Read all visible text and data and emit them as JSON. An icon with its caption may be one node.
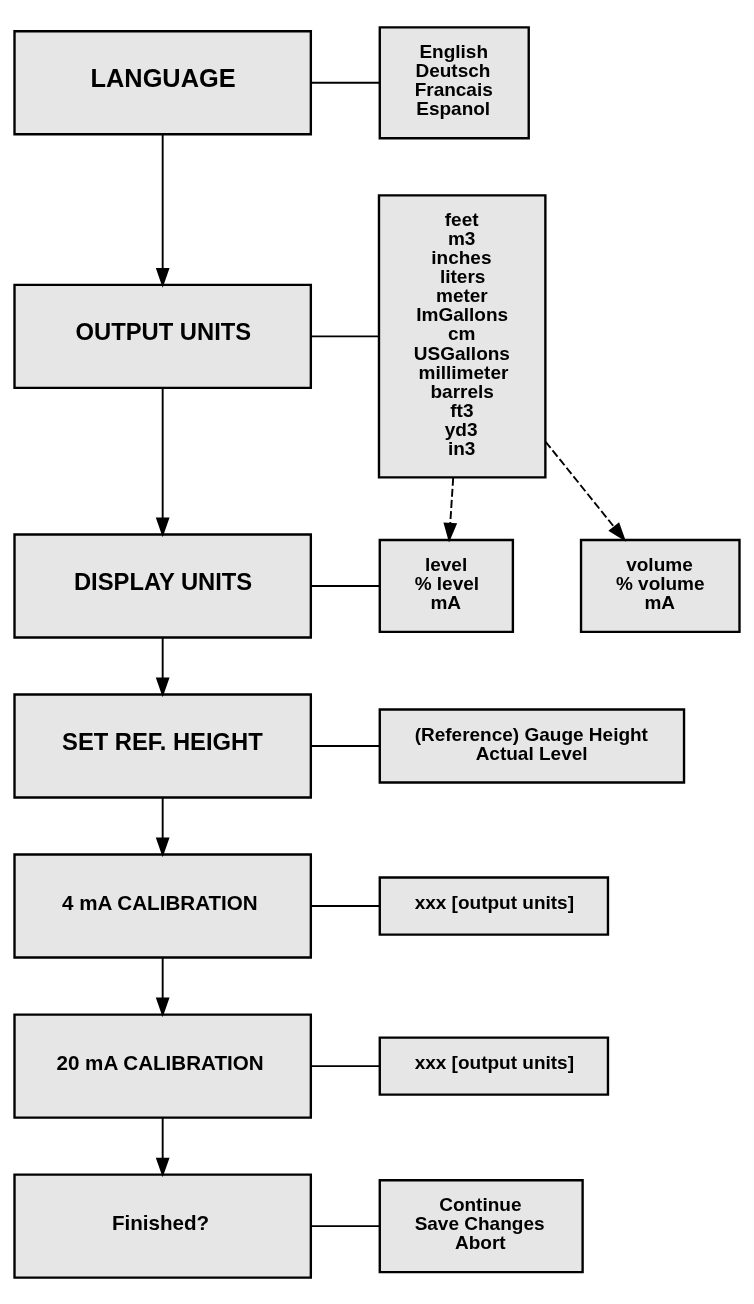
{
  "diagram": {
    "nodes": [
      {
        "text": [
          "LANGUAGE"
        ]
      },
      {
        "text": [
          "English",
          "Deutsch",
          "Francais",
          "Espanol"
        ]
      },
      {
        "text": [
          "OUTPUT UNITS"
        ]
      },
      {
        "text": [
          "feet",
          "m3",
          "inches",
          "liters",
          "meter",
          "ImGallons",
          "cm",
          "USGallons",
          "millimeter",
          "barrels",
          "ft3",
          "yd3",
          "in3"
        ]
      },
      {
        "text": [
          "DISPLAY UNITS"
        ]
      },
      {
        "text": [
          "level",
          "% level",
          "mA"
        ]
      },
      {
        "text": [
          "volume",
          "% volume",
          "mA"
        ]
      },
      {
        "text": [
          "SET REF. HEIGHT"
        ]
      },
      {
        "text": [
          "(Reference) Gauge Height",
          "Actual Level"
        ]
      },
      {
        "text": [
          "4 mA CALIBRATION"
        ]
      },
      {
        "text": [
          "xxx [output units]"
        ]
      },
      {
        "text": [
          "20 mA CALIBRATION"
        ]
      },
      {
        "text": [
          "xxx [output units]"
        ]
      },
      {
        "text": [
          "Finished?"
        ]
      },
      {
        "text": [
          "Continue",
          "Save Changes",
          "Abort"
        ]
      }
    ],
    "edges": [
      {
        "from": 0,
        "to": 1,
        "arrow": "none"
      },
      {
        "from": 0,
        "to": 2,
        "arrow": "to"
      },
      {
        "from": 2,
        "to": 3,
        "arrow": "none"
      },
      {
        "from": 2,
        "to": 4,
        "arrow": "to"
      },
      {
        "from": 3,
        "to": 5,
        "arrow": "to",
        "style": "dashed"
      },
      {
        "from": 3,
        "to": 6,
        "arrow": "to",
        "style": "dashed"
      },
      {
        "from": 4,
        "to": 5,
        "arrow": "none"
      },
      {
        "from": 4,
        "to": 7,
        "arrow": "to"
      },
      {
        "from": 7,
        "to": 8,
        "arrow": "none"
      },
      {
        "from": 7,
        "to": 9,
        "arrow": "to"
      },
      {
        "from": 9,
        "to": 10,
        "arrow": "none"
      },
      {
        "from": 9,
        "to": 11,
        "arrow": "to"
      },
      {
        "from": 11,
        "to": 12,
        "arrow": "none"
      },
      {
        "from": 11,
        "to": 13,
        "arrow": "to"
      },
      {
        "from": 13,
        "to": 14,
        "arrow": "none"
      }
    ]
  }
}
